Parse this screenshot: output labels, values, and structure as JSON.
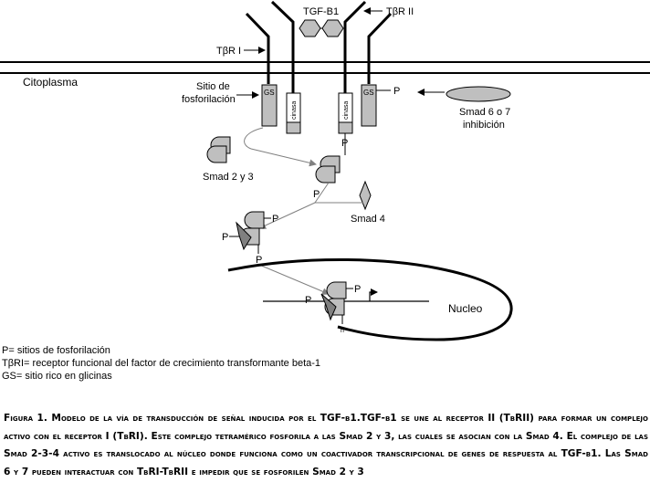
{
  "labels": {
    "tgf": "TGF-B1",
    "tbr2": "TβR II",
    "tbr1": "TβR I",
    "cytoplasm": "Citoplasma",
    "phospho_site_line1": "Sitio de",
    "phospho_site_line2": "fosforilación",
    "gs": "GS",
    "kinase": "cinasa",
    "p": "P",
    "smad67_line1": "Smad 6 o 7",
    "smad67_line2": "inhibición",
    "smad23": "Smad 2 y 3",
    "smad4": "Smad 4",
    "nucleus": "Nucleo",
    "n": "n"
  },
  "legend": [
    "P= sitios de fosforilación",
    "TβRI= receptor funcional del factor de crecimiento transformante beta-1",
    "GS= sitio rico en glicinas"
  ],
  "caption": "Figura 1. Modelo de la vía de transducción de señal inducida por el TGF-β1.TGF-β1 se une al receptor II (TβRII) para formar un complejo activo con el receptor I (TβRI). Este complejo tetramérico fosforila a las Smad 2 y 3, las cuales se asocian con la Smad 4. El complejo de las Smad 2-3-4 activo es translocado al núcleo donde funciona como un coactivador transcripcional de genes de respuesta al TGF-β1. Las Smad 6 y 7 pueden interactuar con TβRI-TβRII e impedir que se fosforilen Smad 2 y 3",
  "colors": {
    "shape_fill": "#bfbfbf",
    "line": "#000000",
    "arrow": "#808080"
  }
}
